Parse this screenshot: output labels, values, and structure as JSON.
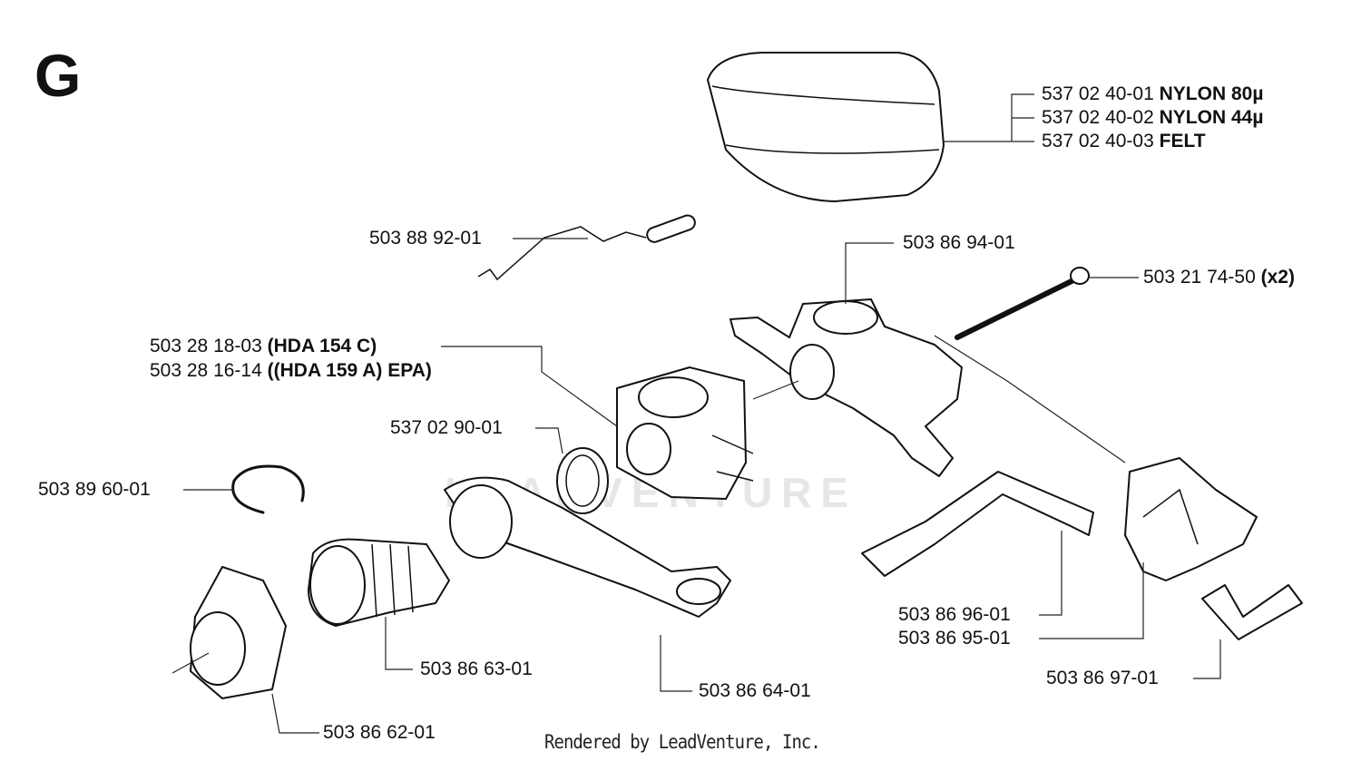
{
  "section_letter": "G",
  "watermark": "LEADVENTURE",
  "footer": "Rendered by LeadVenture, Inc.",
  "parts": [
    {
      "id": "filter_80",
      "number": "537 02 40-01",
      "desc": "NYLON 80µ"
    },
    {
      "id": "filter_44",
      "number": "537 02 40-02",
      "desc": "NYLON 44µ"
    },
    {
      "id": "filter_felt",
      "number": "537 02 40-03",
      "desc": "FELT"
    },
    {
      "id": "wire",
      "number": "503 88 92-01",
      "desc": ""
    },
    {
      "id": "adapter",
      "number": "503 86 94-01",
      "desc": ""
    },
    {
      "id": "screw",
      "number": "503 21 74-50",
      "desc": "(x2)"
    },
    {
      "id": "carb_c",
      "number": "503 28 18-03",
      "desc": "(HDA 154 C)"
    },
    {
      "id": "carb_a",
      "number": "503 28 16-14",
      "desc": "((HDA 159 A) EPA)"
    },
    {
      "id": "gasket",
      "number": "537 02 90-01",
      "desc": ""
    },
    {
      "id": "ring",
      "number": "503 89 60-01",
      "desc": ""
    },
    {
      "id": "link_a",
      "number": "503 86 96-01",
      "desc": ""
    },
    {
      "id": "link_b",
      "number": "503 86 95-01",
      "desc": ""
    },
    {
      "id": "clip",
      "number": "503 86 97-01",
      "desc": ""
    },
    {
      "id": "hose",
      "number": "503 86 63-01",
      "desc": ""
    },
    {
      "id": "bracket",
      "number": "503 86 64-01",
      "desc": ""
    },
    {
      "id": "intake",
      "number": "503 86 62-01",
      "desc": ""
    }
  ]
}
